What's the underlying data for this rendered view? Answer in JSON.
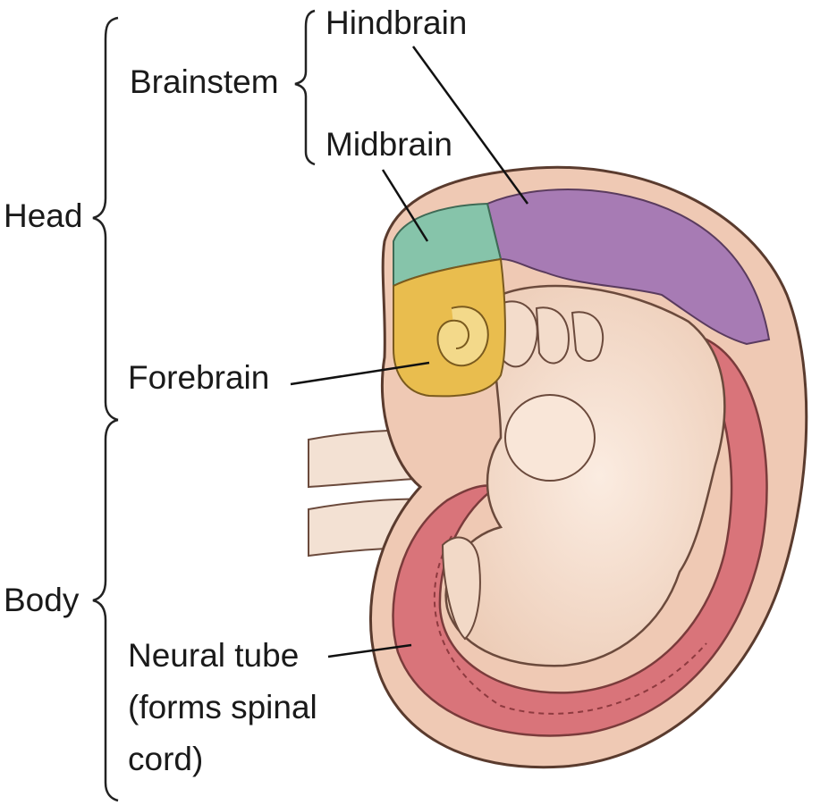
{
  "labels": {
    "head": "Head",
    "body": "Body",
    "brainstem": "Brainstem",
    "hindbrain": "Hindbrain",
    "midbrain": "Midbrain",
    "forebrain": "Forebrain",
    "neural_tube_lines": [
      "Neural tube",
      "(forms spinal",
      "cord)"
    ]
  },
  "colors": {
    "forebrain": "#e9bd4e",
    "midbrain": "#86c4aa",
    "hindbrain": "#a77bb4",
    "neural_tube": "#d9747a",
    "embryo_skin": "#f5dccb",
    "outer_membrane": "#efc9b4"
  }
}
